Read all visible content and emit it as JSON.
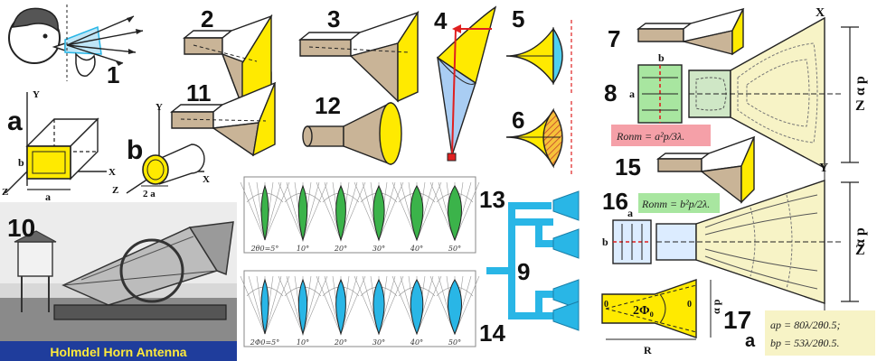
{
  "labels": {
    "n1": "1",
    "n2": "2",
    "n3": "3",
    "n4": "4",
    "n5": "5",
    "n6": "6",
    "n7": "7",
    "n8": "8",
    "n9": "9",
    "n10": "10",
    "n11": "11",
    "n12": "12",
    "n13": "13",
    "n14": "14",
    "n15": "15",
    "n16": "16",
    "n17": "17",
    "sub_a_left": "a",
    "sub_b_left": "b",
    "sub_a_17": "a"
  },
  "axes": {
    "x": "X",
    "y": "Y",
    "z": "Z",
    "a": "a",
    "b": "b",
    "two_a": "2 a",
    "alpha_p": "α p",
    "R": "R",
    "zero": "0",
    "two_phi": "2Φ₀"
  },
  "formulas": {
    "r_opt_8": "Rопт = a²p/3λ.",
    "r_opt_16": "Rопт = b²p/2λ.",
    "f17_line1": "ap = 80λ/2θ0.5;",
    "f17_line2": "bp = 53λ/2θ0.5."
  },
  "pattern_ticks_top": [
    "2θ0=5°",
    "10°",
    "20°",
    "30°",
    "40°",
    "50°"
  ],
  "pattern_ticks_bottom": [
    "2Φ0=5°",
    "10°",
    "20°",
    "30°",
    "40°",
    "50°"
  ],
  "photo_caption": "Holmdel Horn Antenna",
  "colors": {
    "yellow": "#ffea00",
    "tan": "#c9b497",
    "cyan": "#29b6e6",
    "green": "#3bb34a",
    "pink": "#f5a0a8",
    "lightgreen": "#a8e6a0",
    "cream": "#f7f3c6",
    "red": "#e02020"
  }
}
